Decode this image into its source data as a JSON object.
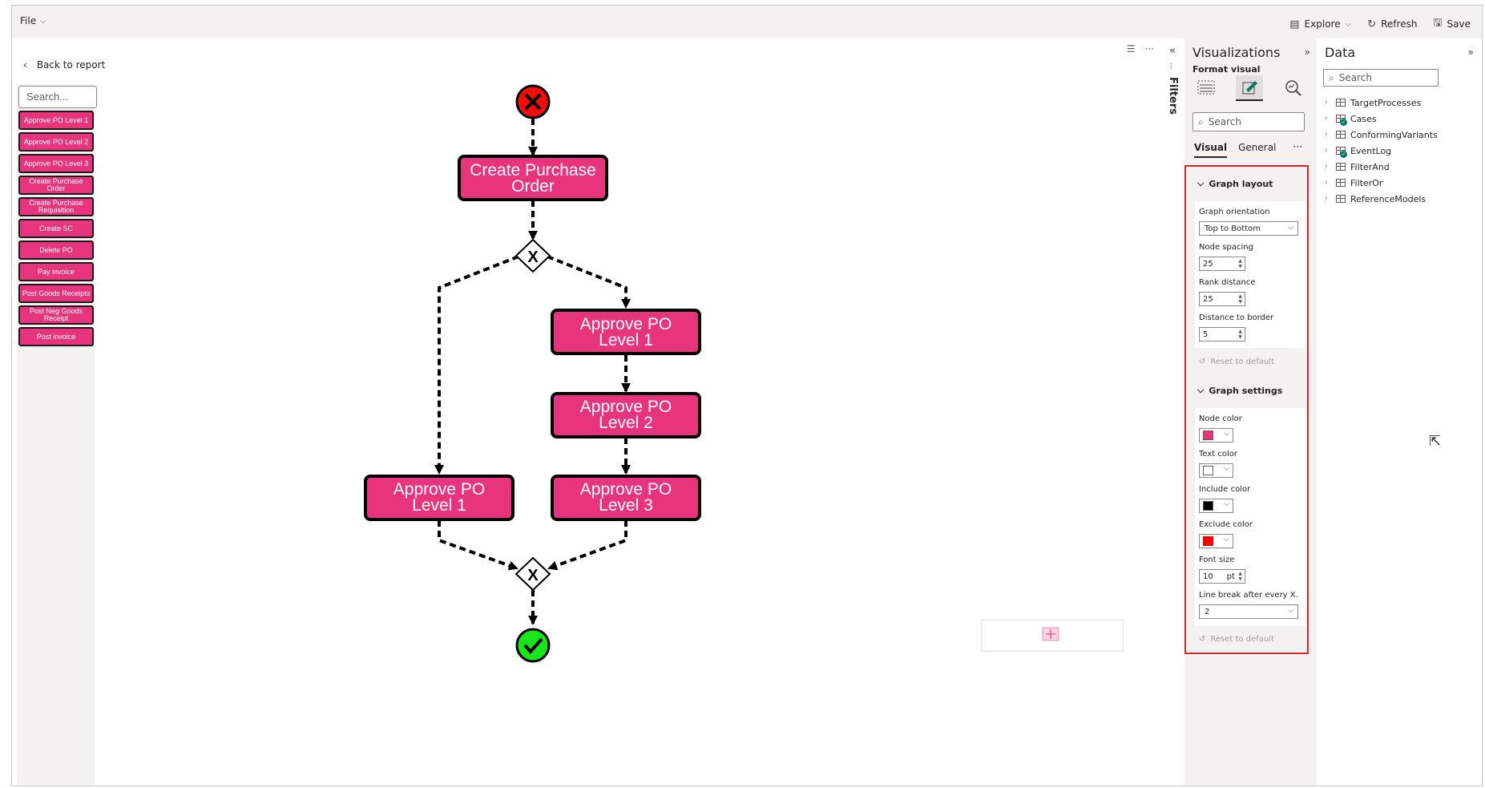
{
  "topbar": {
    "file": "File",
    "explore": "Explore",
    "refresh": "Refresh",
    "save": "Save"
  },
  "canvas": {
    "back_label": "Back to report",
    "search_placeholder": "Search...",
    "activities": [
      "Approve PO Level 1",
      "Approve PO Level 2",
      "Approve PO Level 3",
      "Create Purchase Order",
      "Create Purchase Requisition",
      "Create SC",
      "Delete PO",
      "Pay invoice",
      "Post Goods Receipts",
      "Post Neg Goods Receipt",
      "Post invoice"
    ],
    "graph": {
      "start_gateway": "X",
      "end_gateway": "X",
      "nodes": [
        {
          "line1": "Create Purchase",
          "line2": "Order"
        },
        {
          "line1": "Approve PO",
          "line2": "Level 1"
        },
        {
          "line1": "Approve PO",
          "line2": "Level 2"
        },
        {
          "line1": "Approve PO",
          "line2": "Level 1"
        },
        {
          "line1": "Approve PO",
          "line2": "Level 3"
        }
      ]
    }
  },
  "filters": {
    "label": "Filters"
  },
  "visualizations": {
    "title": "Visualizations",
    "format_visual": "Format visual",
    "search_placeholder": "Search",
    "tabs": [
      "Visual",
      "General"
    ],
    "more": "···",
    "graph_layout": {
      "header": "Graph layout",
      "orientation_label": "Graph orientation",
      "orientation_value": "Top to Bottom",
      "node_spacing_label": "Node spacing",
      "node_spacing_value": "25",
      "rank_distance_label": "Rank distance",
      "rank_distance_value": "25",
      "border_label": "Distance to border",
      "border_value": "5",
      "reset": "Reset to default"
    },
    "graph_settings": {
      "header": "Graph settings",
      "node_color_label": "Node color",
      "node_color": "#e8347d",
      "text_color_label": "Text color",
      "text_color": "#ffffff",
      "include_color_label": "Include color",
      "include_color": "#000000",
      "exclude_color_label": "Exclude color",
      "exclude_color": "#ff0000",
      "font_size_label": "Font size",
      "font_size_value": "10",
      "font_size_unit": "pt",
      "line_break_label": "Line break after every X. ...",
      "line_break_value": "2",
      "reset": "Reset to default"
    }
  },
  "data_pane": {
    "title": "Data",
    "search_placeholder": "Search",
    "tables": [
      "TargetProcesses",
      "Cases",
      "ConformingVariants",
      "EventLog",
      "FilterAnd",
      "FilterOr",
      "ReferenceModels"
    ]
  }
}
